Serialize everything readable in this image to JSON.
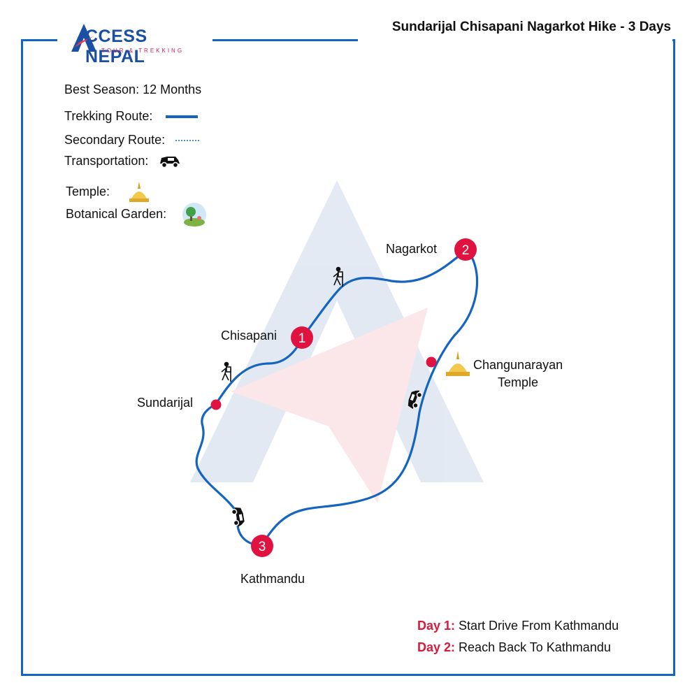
{
  "header": {
    "title": "Sundarijal Chisapani Nagarkot Hike - 3 Days",
    "logo_main": "CCESS NEPAL",
    "logo_sub": "TOUR & TREKKING"
  },
  "legend": {
    "best_season": "Best Season: 12 Months",
    "trekking_route": "Trekking Route:",
    "secondary_route": "Secondary Route:",
    "transportation": "Transportation:",
    "temple": "Temple:",
    "botanical_garden": "Botanical Garden:"
  },
  "colors": {
    "route": "#1565c0",
    "stop_marker": "#e0123f",
    "frame": "#1565c0",
    "day_label": "#d81b3c"
  },
  "places": {
    "nagarkot": "Nagarkot",
    "chisapani": "Chisapani",
    "sundarijal": "Sundarijal",
    "kathmandu": "Kathmandu",
    "changunarayan_line1": "Changunarayan",
    "changunarayan_line2": "Temple"
  },
  "stops": [
    {
      "number": "1",
      "name": "Chisapani"
    },
    {
      "number": "2",
      "name": "Nagarkot"
    },
    {
      "number": "3",
      "name": "Kathmandu"
    }
  ],
  "icons": [
    "hiker-icon",
    "hiker-icon",
    "jeep-icon",
    "jeep-icon",
    "temple-icon",
    "botanical-garden-icon"
  ],
  "days": [
    {
      "key": "Day 1:",
      "text": "Start Drive From Kathmandu"
    },
    {
      "key": "Day 2:",
      "text": "Reach Back To Kathmandu"
    }
  ]
}
